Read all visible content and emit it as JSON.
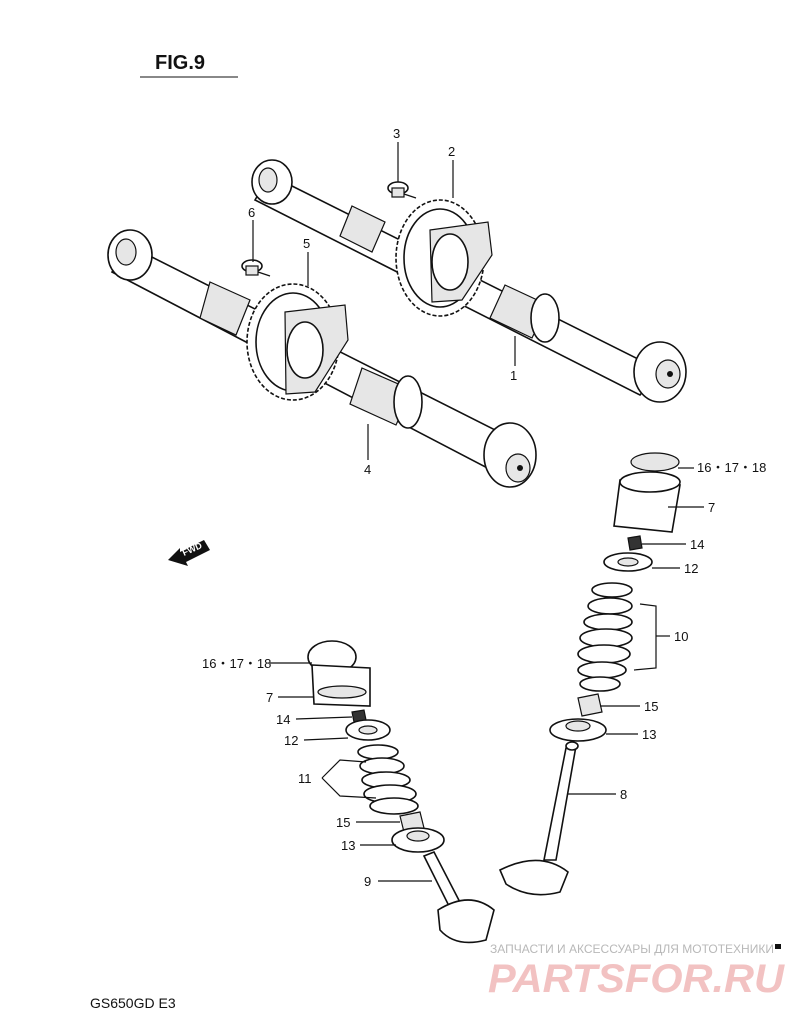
{
  "figure_title": "FIG.9",
  "model_code": "GS650GD  E3",
  "fwd_label": "FWD",
  "watermark": {
    "caption": "ЗАПЧАСТИ И АКСЕССУАРЫ ДЛЯ МОТОТЕХНИКИ",
    "brand": "PARTSFOR.RU"
  },
  "callouts": {
    "p1": "1",
    "p2": "2",
    "p3": "3",
    "p4": "4",
    "p5": "5",
    "p6": "6",
    "p7_right": "7",
    "p7_left": "7",
    "p8": "8",
    "p9": "9",
    "p10": "10",
    "p11": "11",
    "p12_right": "12",
    "p12_left": "12",
    "p13_right": "13",
    "p13_left": "13",
    "p14_right": "14",
    "p14_left": "14",
    "p15_right": "15",
    "p15_left": "15",
    "p16_right": "16・17・18",
    "p16_left": "16・17・18"
  }
}
